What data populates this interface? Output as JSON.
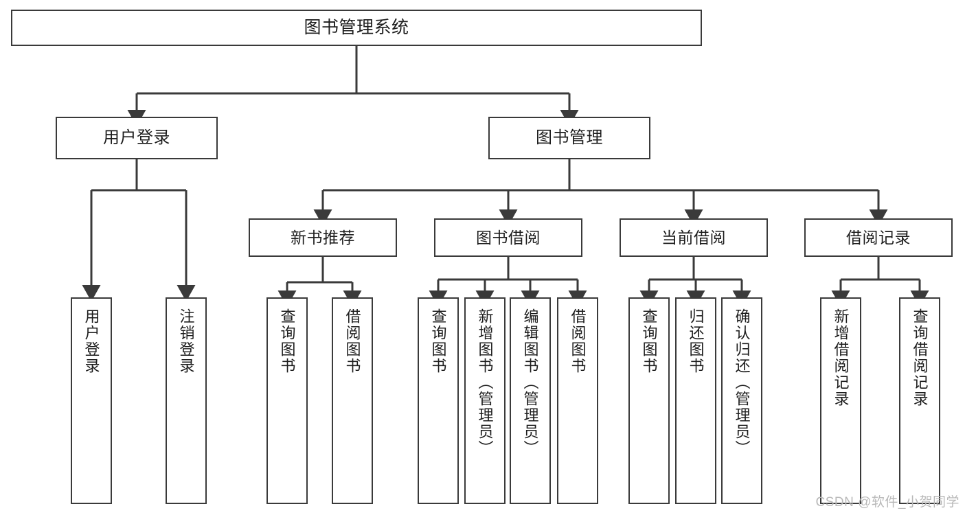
{
  "diagram": {
    "title": "图书管理系统",
    "type": "tree-hierarchy",
    "stroke_color": "#3a3a3a",
    "background_color": "#ffffff",
    "text_color": "#1d1d1d"
  },
  "root": {
    "label": "图书管理系统"
  },
  "level1": [
    {
      "label": "用户登录"
    },
    {
      "label": "图书管理"
    }
  ],
  "level2": [
    {
      "label": "新书推荐"
    },
    {
      "label": "图书借阅"
    },
    {
      "label": "当前借阅"
    },
    {
      "label": "借阅记录"
    }
  ],
  "leaves": {
    "user_login": [
      {
        "label": "用户登录"
      },
      {
        "label": "注销登录"
      }
    ],
    "new_book_recommend": [
      {
        "label": "查询图书"
      },
      {
        "label": "借阅图书"
      }
    ],
    "book_borrow": [
      {
        "label": "查询图书"
      },
      {
        "label": "新增图书（管理员）"
      },
      {
        "label": "编辑图书（管理员）"
      },
      {
        "label": "借阅图书"
      }
    ],
    "current_borrow": [
      {
        "label": "查询图书"
      },
      {
        "label": "归还图书"
      },
      {
        "label": "确认归还（管理员）"
      }
    ],
    "borrow_record": [
      {
        "label": "新增借阅记录"
      },
      {
        "label": "查询借阅记录"
      }
    ]
  },
  "watermark": {
    "text": "CSDN @软件_小贺同学"
  }
}
